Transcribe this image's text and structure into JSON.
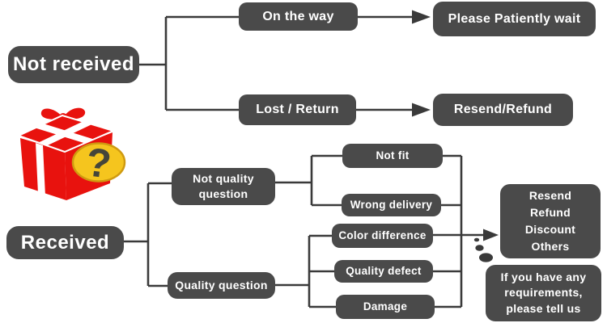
{
  "colors": {
    "background": "#ffffff",
    "box_bg": "#4a4a4a",
    "box_text": "#ffffff",
    "connector": "#3a3a3a",
    "gift_red": "#e8120e",
    "ribbon_white": "#ffffff",
    "badge_yellow": "#f5c51e",
    "badge_border": "#cf9a10",
    "question_mark": "#45453a"
  },
  "icons": {
    "gift_box": "gift-box-with-question-mark",
    "question_mark_glyph": "?"
  },
  "not_received_flow": {
    "root_label": "Not received",
    "on_the_way_label": "On the way",
    "wait_label": "Please Patiently wait",
    "lost_return_label": "Lost / Return",
    "resend_refund_label": "Resend/Refund"
  },
  "received_flow": {
    "root_label": "Received",
    "not_quality_lines": [
      "Not quality",
      "question"
    ],
    "quality_label": "Quality question",
    "not_fit_label": "Not fit",
    "wrong_delivery_label": "Wrong delivery",
    "color_difference_label": "Color difference",
    "quality_defect_label": "Quality defect",
    "damage_label": "Damage",
    "outcome_lines": [
      "Resend",
      "Refund",
      "Discount",
      "Others"
    ],
    "note_lines": [
      "If you have any",
      "requirements,",
      "please tell us"
    ]
  }
}
